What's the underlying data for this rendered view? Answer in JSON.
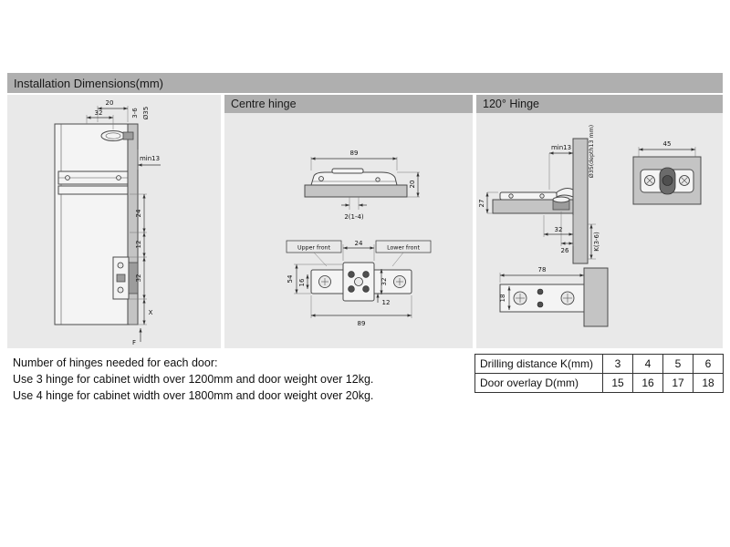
{
  "page": {
    "title": "Installation Dimensions(mm)"
  },
  "left_panel": {
    "dims": {
      "top_20": "20",
      "top_32": "32",
      "top_3_6": "3-6",
      "dia35": "Ø35",
      "min13": "min13",
      "mid_24": "24",
      "mid_12": "12",
      "low_32": "32",
      "x": "X",
      "f": "F"
    }
  },
  "centre_panel": {
    "title": "Centre hinge",
    "side_view": {
      "w89": "89",
      "h20": "20",
      "gap": "2(1-4)"
    },
    "plate_view": {
      "upper_front": "Upper front",
      "lower_front": "Lower front",
      "w24": "24",
      "h54": "54",
      "h16": "16",
      "h32": "32",
      "h12": "12",
      "w89": "89"
    }
  },
  "right_panel": {
    "title": "120° Hinge",
    "section_view": {
      "min13": "min13",
      "cup": "Ø35(depth13 mm)",
      "h27": "27",
      "w32": "32",
      "w26": "26",
      "k": "K(3-6)",
      "w45": "45"
    },
    "plate_view": {
      "w78": "78",
      "h18": "18"
    }
  },
  "notes": {
    "line1": "Number of hinges needed for each door:",
    "line2": "Use 3 hinge for cabinet width over 1200mm and door weight over 12kg.",
    "line3": "Use 4 hinge for cabinet width over 1800mm and door weight over 20kg."
  },
  "table": {
    "rows": [
      {
        "label": "Drilling distance K(mm)",
        "values": [
          "3",
          "4",
          "5",
          "6"
        ]
      },
      {
        "label": "Door overlay D(mm)",
        "values": [
          "15",
          "16",
          "17",
          "18"
        ]
      }
    ]
  },
  "colors": {
    "header_gray": "#afafaf",
    "panel_gray": "#e9e9e9",
    "line": "#333333"
  }
}
